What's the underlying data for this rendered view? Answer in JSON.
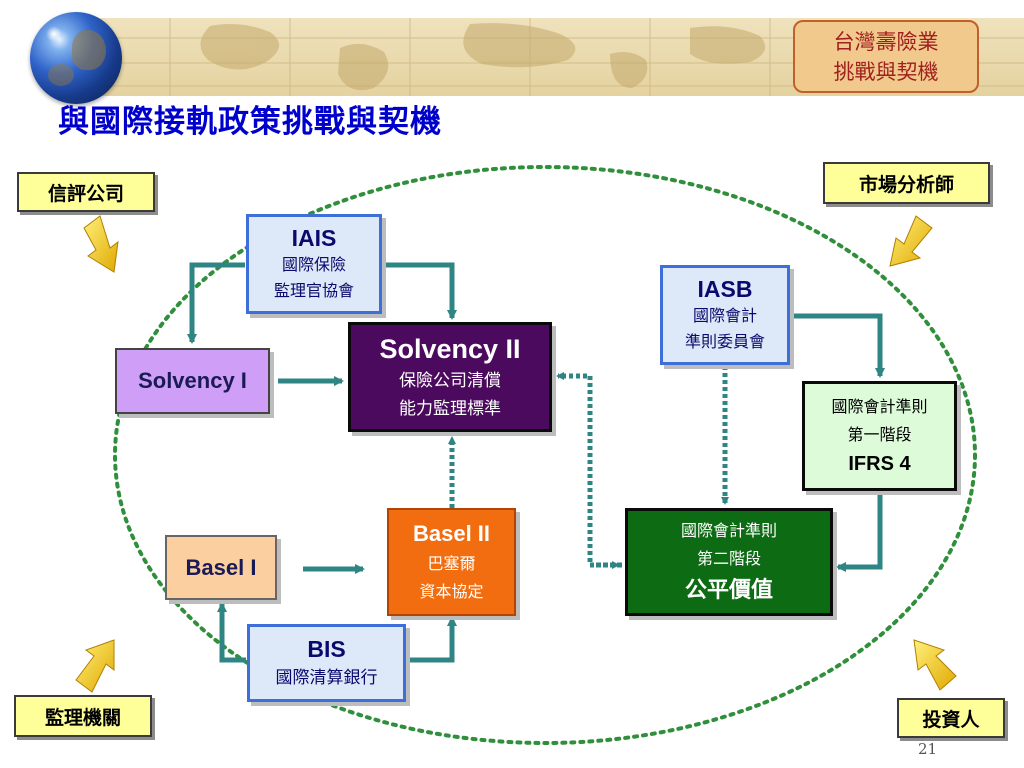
{
  "header": {
    "corner_line1": "台灣壽險業",
    "corner_line2": "挑戰與契機",
    "title": "與國際接軌政策挑戰與契機",
    "page_number": "21"
  },
  "agents": {
    "rating_agency": "信評公司",
    "market_analyst": "市場分析師",
    "regulator": "監理機關",
    "investor": "投資人"
  },
  "nodes": {
    "iais": {
      "lead": "IAIS",
      "line1": "國際保險",
      "line2": "監理官協會"
    },
    "solvency1": {
      "lead": "Solvency I"
    },
    "solvency2": {
      "lead": "Solvency II",
      "line1": "保險公司清償",
      "line2": "能力監理標準"
    },
    "iasb": {
      "lead": "IASB",
      "line1": "國際會計",
      "line2": "準則委員會"
    },
    "ifrs_phase1": {
      "line1": "國際會計準則",
      "line2": "第一階段",
      "lead": "IFRS 4"
    },
    "basel1": {
      "lead": "Basel I"
    },
    "basel2": {
      "lead": "Basel II",
      "line1": "巴塞爾",
      "line2": "資本協定"
    },
    "ifrs_phase2": {
      "line1": "國際會計準則",
      "line2": "第二階段",
      "lead": "公平價值"
    },
    "bis": {
      "lead": "BIS",
      "line1": "國際清算銀行"
    }
  },
  "colors": {
    "title_blue": "#0000cc",
    "connector_teal": "#2f8484",
    "ellipse_green": "#2f8f3a",
    "solvency2_fill": "#4b0a5e",
    "basel2_fill": "#f26d0f",
    "ifrs2_fill": "#0d6b14"
  }
}
